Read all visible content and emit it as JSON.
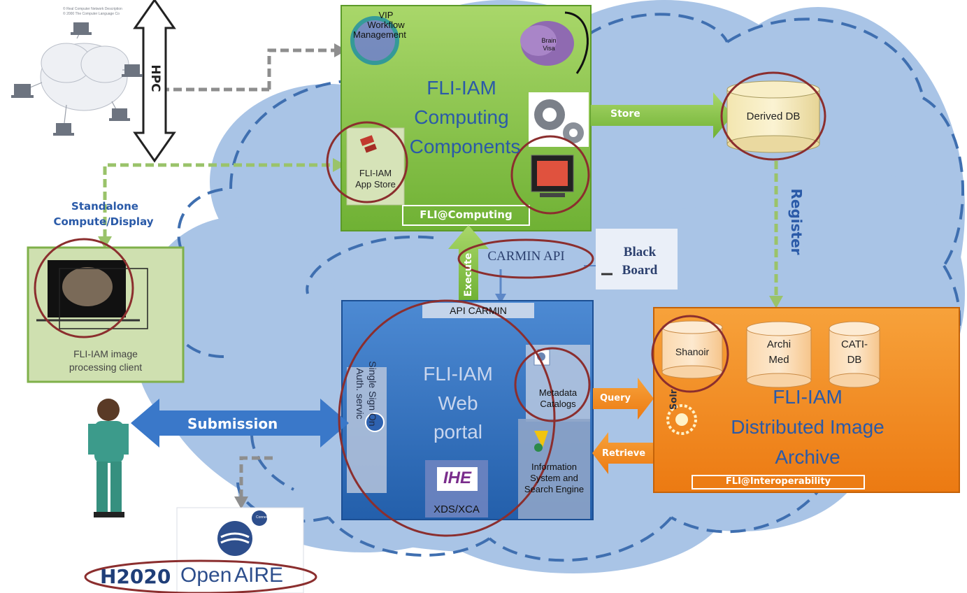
{
  "hpc": {
    "label": "HPC",
    "network_note_line1": "© Real Computer Network Description",
    "network_note_line2": "© 2000 The Computer Language Co"
  },
  "computing": {
    "title_line1": "FLI-IAM",
    "title_line2": "Computing",
    "title_line3": "Components",
    "vip_line1": "VIP",
    "vip_line2": "Workflow",
    "vip_line3": "Management",
    "brainvisa_line1": "Brain",
    "brainvisa_line2": "Visa",
    "appstore_line1": "FLI-IAM",
    "appstore_line2": "App Store",
    "footer": "FLI@Computing"
  },
  "store": {
    "label": "Store"
  },
  "derived_db": {
    "label": "Derived DB"
  },
  "register": {
    "label": "Register"
  },
  "standalone": {
    "line1": "Standalone",
    "line2": "Compute/Display"
  },
  "client": {
    "line1": "FLI-IAM image",
    "line2": "processing client"
  },
  "carmin": {
    "api": "CARMIN API",
    "blackboard_line1": "Black",
    "blackboard_line2": "Board"
  },
  "execute": {
    "label": "Execute"
  },
  "portal": {
    "api_bar": "API CARMIN",
    "title_line1": "FLI-IAM",
    "title_line2": "Web",
    "title_line3": "portal",
    "sso_line1": "Single Sign On",
    "sso_line2": "Auth. servic",
    "metadata_line1": "Metadata",
    "metadata_line2": "Catalogs",
    "info_line1": "Information",
    "info_line2": "System and",
    "info_line3": "Search Engine",
    "ihe": "IHE",
    "xds": "XDS/XCA"
  },
  "query": {
    "label": "Query"
  },
  "retrieve": {
    "label": "Retrieve"
  },
  "submission": {
    "label": "Submission"
  },
  "archive": {
    "shanoir": "Shanoir",
    "archimed_line1": "Archi",
    "archimed_line2": "Med",
    "cati_line1": "CATI-",
    "cati_line2": "DB",
    "solr": "Solr",
    "title_line1": "FLI-IAM",
    "title_line2": "Distributed Image",
    "title_line3": "Archive",
    "footer": "FLI@Interoperability"
  },
  "openaire": {
    "h2020": "H2020",
    "open": "Open",
    "aire": "AIRE",
    "connect": "Connect"
  },
  "colors": {
    "cloud": "#a9c4e6",
    "cloud_dash": "#3f6fb0",
    "green_panel": "#7fc241",
    "green_arrow": "#8cc152",
    "blue_panel": "#2f6fbe",
    "orange_panel": "#f38b1c",
    "circle": "#8b2e2e",
    "title_blue": "#2a5aa8",
    "grey_arrow": "#8e8e8e"
  }
}
